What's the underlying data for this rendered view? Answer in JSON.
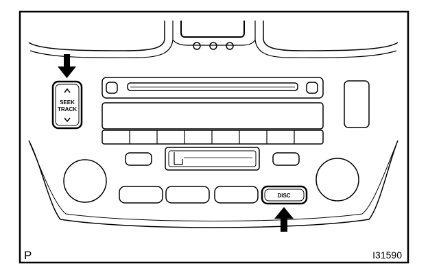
{
  "figure": {
    "corner_letter": "P",
    "figure_id": "I31590"
  },
  "buttons": {
    "seek_label": "SEEK",
    "track_label": "TRACK",
    "disc_label": "DISC"
  },
  "icons": {
    "seek_up": "caret-up-icon",
    "track_down": "caret-down-icon",
    "pointer": "arrow-down-icon",
    "pointer_up": "arrow-up-icon"
  },
  "colors": {
    "line": "#000000",
    "background": "#ffffff"
  }
}
